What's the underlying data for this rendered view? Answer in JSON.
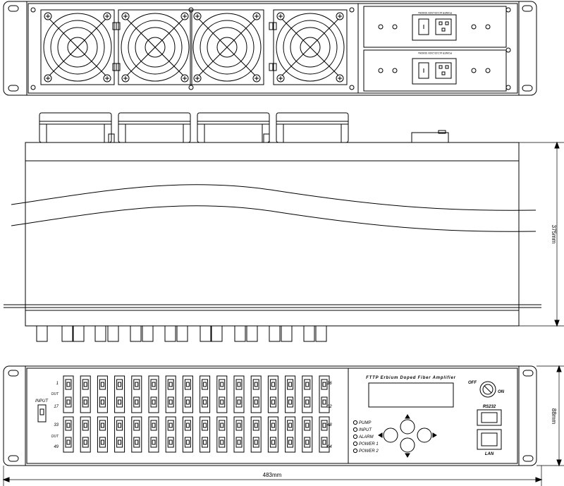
{
  "dimensions": {
    "depth": "375mm",
    "height": "88mm",
    "width": "483mm"
  },
  "front_panel": {
    "display_title": "FTTP Erbium Doped Fiber Amplifier",
    "input_label": "INPUT",
    "out_label": "OUT",
    "port_numbers_left": [
      "1",
      "17",
      "33",
      "49"
    ],
    "port_numbers_right": [
      "16",
      "32",
      "48",
      "64"
    ],
    "key_switch_off": "OFF",
    "key_switch_on": "ON",
    "rs232_label": "RS232",
    "lan_label": "LAN",
    "leds": [
      "PUMP",
      "INPUT",
      "ALARM",
      "POWER 1",
      "POWER 2"
    ]
  },
  "rear_panel": {
    "fans": 4,
    "power_modules": 2,
    "power_module_text": "POWER  AC100-240V  50/60Hz"
  },
  "colors": {
    "line": "#000000",
    "background": "#ffffff"
  }
}
